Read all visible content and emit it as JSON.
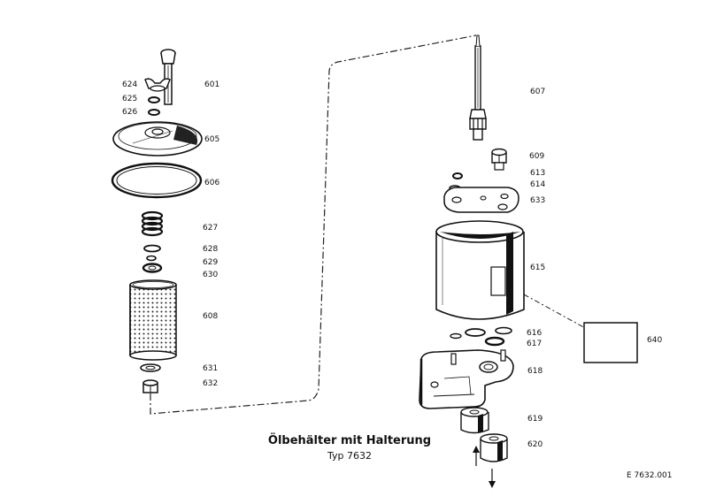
{
  "title": "Ölbehälter mit Halterung",
  "subtitle": "Typ 7632",
  "drawing_code": "E 7632.001",
  "part_labels": {
    "p601": "601",
    "p624": "624",
    "p625": "625",
    "p626": "626",
    "p605": "605",
    "p606": "606",
    "p627": "627",
    "p628": "628",
    "p629": "629",
    "p630": "630",
    "p608": "608",
    "p631": "631",
    "p632": "632",
    "p607": "607",
    "p609": "609",
    "p613": "613",
    "p614": "614",
    "p633": "633",
    "p615": "615",
    "p616": "616",
    "p617": "617",
    "p640": "640",
    "p618": "618",
    "p619": "619",
    "p620": "620"
  }
}
